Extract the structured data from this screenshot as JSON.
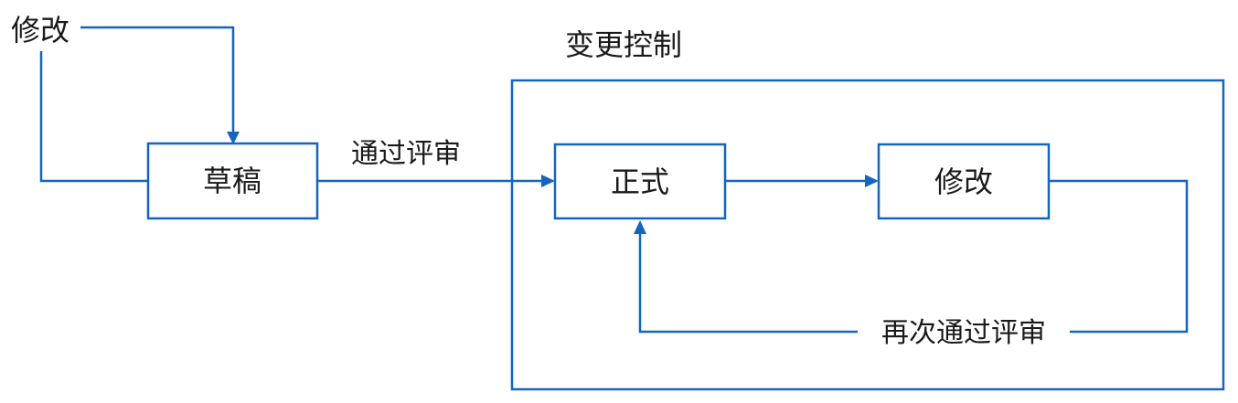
{
  "colors": {
    "line": "#1565c0",
    "text": "#1a1a1a",
    "background": "#ffffff"
  },
  "group": {
    "title": "变更控制"
  },
  "nodes": {
    "draft": "草稿",
    "formal": "正式",
    "modify_inner": "修改"
  },
  "labels": {
    "modify_outer": "修改",
    "pass_review": "通过评审",
    "pass_review_again": "再次通过评审"
  }
}
